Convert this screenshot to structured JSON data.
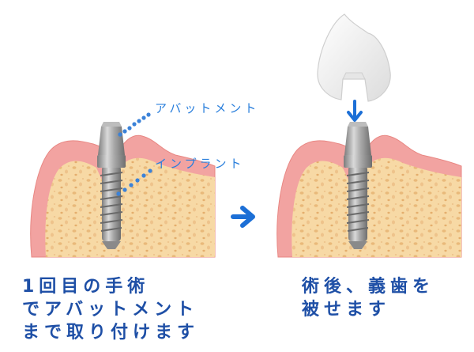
{
  "labels": {
    "abutment": "アバットメント",
    "implant": "インプラント"
  },
  "captions": {
    "left": [
      "1回目の手術",
      "でアバットメント",
      "まで取り付けます"
    ],
    "right": [
      "術後、義歯を",
      "被せます"
    ]
  },
  "colors": {
    "gum": "#f2a3a1",
    "gum_edge": "#e88783",
    "bone": "#f7d9a5",
    "bone_spots": "#e9b97a",
    "metal": "#9a9a9a",
    "metal_light": "#cfcfcf",
    "leader": "#3b82d8",
    "arrow": "#1c6fd6",
    "crown": "#f4f4f4",
    "caption": "#1e4fa6"
  },
  "icons": [
    "arrow-right-icon",
    "arrow-down-icon"
  ]
}
